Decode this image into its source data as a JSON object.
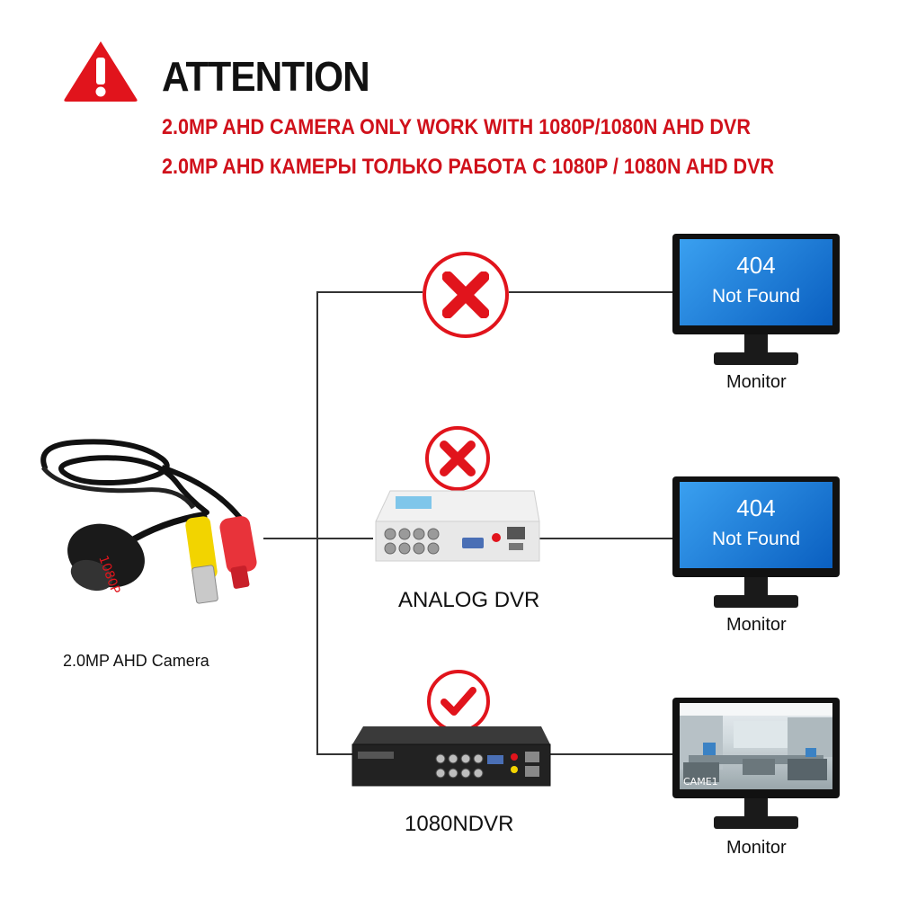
{
  "header": {
    "title": "ATTENTION",
    "line_en": "2.0MP AHD CAMERA ONLY WORK WITH 1080P/1080N AHD DVR",
    "line_ru": "2.0MP AHD КАМЕРЫ ТОЛЬКО РАБОТА С 1080P / 1080N AHD DVR",
    "warning_icon": "warning-triangle-icon",
    "accent_color": "#d0111b"
  },
  "camera": {
    "label": "2.0MP AHD Camera",
    "lens_text": "1080P"
  },
  "rows": [
    {
      "status": "x",
      "device_label": "",
      "screen_code": "404",
      "screen_message": "Not Found",
      "monitor_label": "Monitor"
    },
    {
      "status": "x",
      "device_label": "ANALOG DVR",
      "screen_code": "404",
      "screen_message": "Not Found",
      "monitor_label": "Monitor"
    },
    {
      "status": "check",
      "device_label": "1080NDVR",
      "screen_caption": "CAME1",
      "monitor_label": "Monitor"
    }
  ]
}
